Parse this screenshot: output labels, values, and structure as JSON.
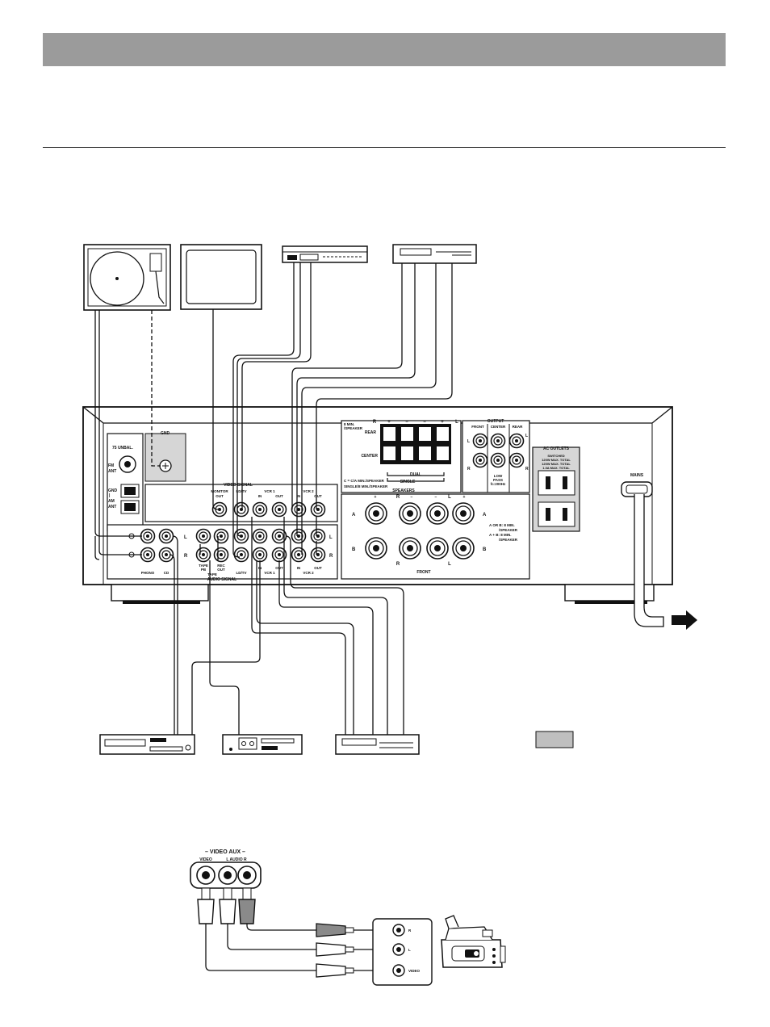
{
  "receiver": {
    "gnd": "GND",
    "unbal": "75   UNBAL.",
    "fm_ant": [
      "FM",
      "ANT"
    ],
    "gnd_am": [
      "GND",
      "|",
      "AM",
      "ANT"
    ],
    "video_signal": "VIDEO SIGNAL",
    "audio_signal": "AUDIO SIGNAL",
    "monitor_out": [
      "MONITOR",
      "OUT"
    ],
    "ld_tv": "LD/TV",
    "vcr1": "VCR 1",
    "vcr2": "VCR 2",
    "in": "IN",
    "out": "OUT",
    "phono": "PHONO",
    "cd": "CD",
    "tape_pb": [
      "TAPE",
      "PB"
    ],
    "rec_out": [
      "REC",
      "OUT"
    ],
    "tape": "TAPE",
    "ch_l": "L",
    "ch_r": "R",
    "speaker_min": [
      "8   MIN.",
      "/SPEAKER"
    ],
    "rear": "REAR",
    "center": "CENTER",
    "plus": "+",
    "minus": "−",
    "dual": "DUAL",
    "single": "SINGLE",
    "cd_min": "C = C/A  MIN./SPEAKER",
    "single_min": "SINGLE/8   MIN./SPEAKER",
    "speakers": "SPEAKERS",
    "front": "FRONT",
    "a": "A",
    "b": "B",
    "ab_min": [
      "A OR B: 8   MIN.",
      "/SPEAKER",
      "A + B: 8   MIN.",
      "/SPEAKER"
    ],
    "output": "OUTPUT",
    "out_front": "FRONT",
    "out_center": "CENTER",
    "out_rear": "REAR",
    "low_pass": [
      "LOW",
      "PASS",
      "fc:200Hz"
    ],
    "ac_outlets": "AC OUTLETS",
    "switched": [
      "SWITCHED",
      "120W MAX. TOTAL",
      "120W MAX. TOTAL",
      "1.0A MAX. TOTAL"
    ],
    "mains": "MAINS"
  },
  "video_aux": {
    "title": "– VIDEO  AUX –",
    "video": "VIDEO",
    "l_audio_r": "L  AUDIO  R",
    "cam_r": "R",
    "cam_l": "L",
    "cam_video": "VIDEO"
  },
  "colors": {
    "header_band": "#9b9b9b",
    "panel_shade": "#d6d6d6",
    "legend_swatch": "#bfbfbf"
  }
}
